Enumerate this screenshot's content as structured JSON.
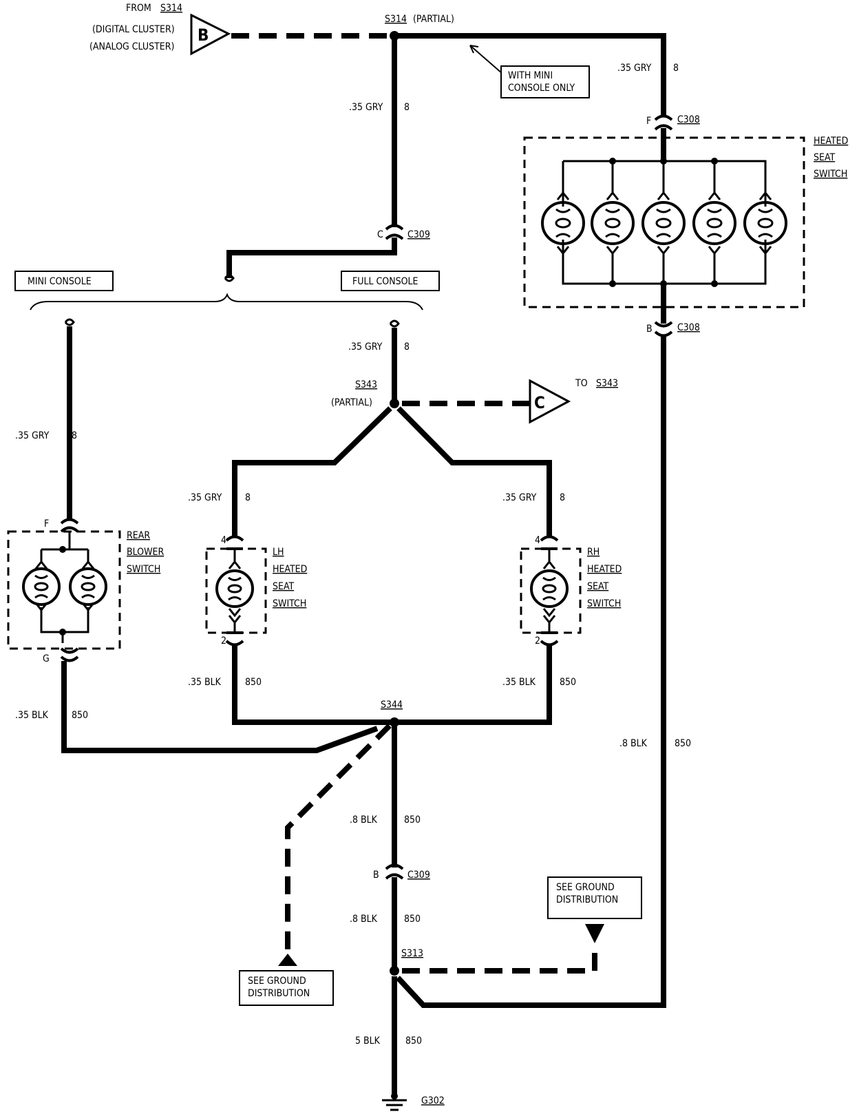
{
  "connector_b": {
    "letter": "B",
    "from_label": "FROM",
    "from_splice": "S314",
    "variant_1": "(DIGITAL CLUSTER)",
    "variant_2": "(ANALOG CLUSTER)"
  },
  "connector_c": {
    "letter": "C",
    "to_label": "TO",
    "to_splice": "S343"
  },
  "splices": {
    "s314": "S314",
    "s314_note": "(PARTIAL)",
    "s343": "S343",
    "s343_note": "(PARTIAL)",
    "s344": "S344",
    "s313": "S313"
  },
  "note_mini_console_only": [
    "WITH MINI",
    "CONSOLE ONLY"
  ],
  "console_options": {
    "mini": "MINI CONSOLE",
    "full": "FULL CONSOLE"
  },
  "connectors": {
    "c309": "C309",
    "c308": "C308",
    "pin_c": "C",
    "pin_b": "B",
    "pin_f": "F",
    "pin_g": "G",
    "pin_4": "4",
    "pin_2": "2"
  },
  "components": {
    "heated_seat_switch": [
      "HEATED",
      "SEAT",
      "SWITCH"
    ],
    "rear_blower_switch": [
      "REAR",
      "BLOWER",
      "SWITCH"
    ],
    "lh_heated_seat_switch": [
      "LH",
      "HEATED",
      "SEAT",
      "SWITCH"
    ],
    "rh_heated_seat_switch": [
      "RH",
      "HEATED",
      "SEAT",
      "SWITCH"
    ]
  },
  "wires": {
    "gry_035": ".35 GRY",
    "blk_035": ".35 BLK",
    "blk_08": ".8 BLK",
    "blk_5": "5 BLK",
    "circuit_8": "8",
    "circuit_850": "850"
  },
  "ground": {
    "label": "G302",
    "see_ground": [
      "SEE GROUND",
      "DISTRIBUTION"
    ]
  }
}
